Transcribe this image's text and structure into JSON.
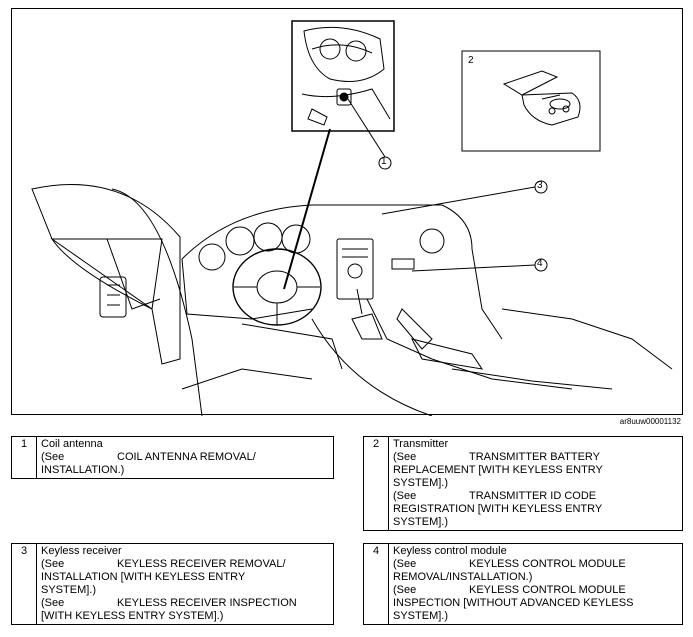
{
  "figure": {
    "code": "ar8uuw00001132",
    "callouts": [
      "1",
      "2",
      "3",
      "4"
    ]
  },
  "legend": [
    {
      "num": "1",
      "title": "Coil antenna",
      "lines": [
        [
          "(See",
          "COIL ANTENNA REMOVAL/"
        ],
        [
          "",
          "INSTALLATION.)"
        ]
      ]
    },
    {
      "num": "2",
      "title": "Transmitter",
      "lines": [
        [
          "(See",
          "TRANSMITTER BATTERY"
        ],
        [
          "",
          "REPLACEMENT [WITH KEYLESS ENTRY"
        ],
        [
          "",
          "SYSTEM].)"
        ],
        [
          "(See",
          "TRANSMITTER ID CODE"
        ],
        [
          "",
          "REGISTRATION [WITH KEYLESS ENTRY"
        ],
        [
          "",
          "SYSTEM].)"
        ]
      ]
    },
    {
      "num": "3",
      "title": "Keyless receiver",
      "lines": [
        [
          "(See",
          "KEYLESS RECEIVER REMOVAL/"
        ],
        [
          "",
          "INSTALLATION [WITH KEYLESS ENTRY"
        ],
        [
          "",
          "SYSTEM].)"
        ],
        [
          "(See",
          "KEYLESS RECEIVER INSPECTION"
        ],
        [
          "",
          "[WITH KEYLESS ENTRY SYSTEM].)"
        ]
      ]
    },
    {
      "num": "4",
      "title": "Keyless control module",
      "lines": [
        [
          "(See",
          "KEYLESS CONTROL MODULE"
        ],
        [
          "",
          "REMOVAL/INSTALLATION.)"
        ],
        [
          "(See",
          "KEYLESS CONTROL MODULE"
        ],
        [
          "",
          "INSPECTION [WITHOUT ADVANCED KEYLESS"
        ],
        [
          "",
          "SYSTEM].)"
        ]
      ]
    }
  ]
}
